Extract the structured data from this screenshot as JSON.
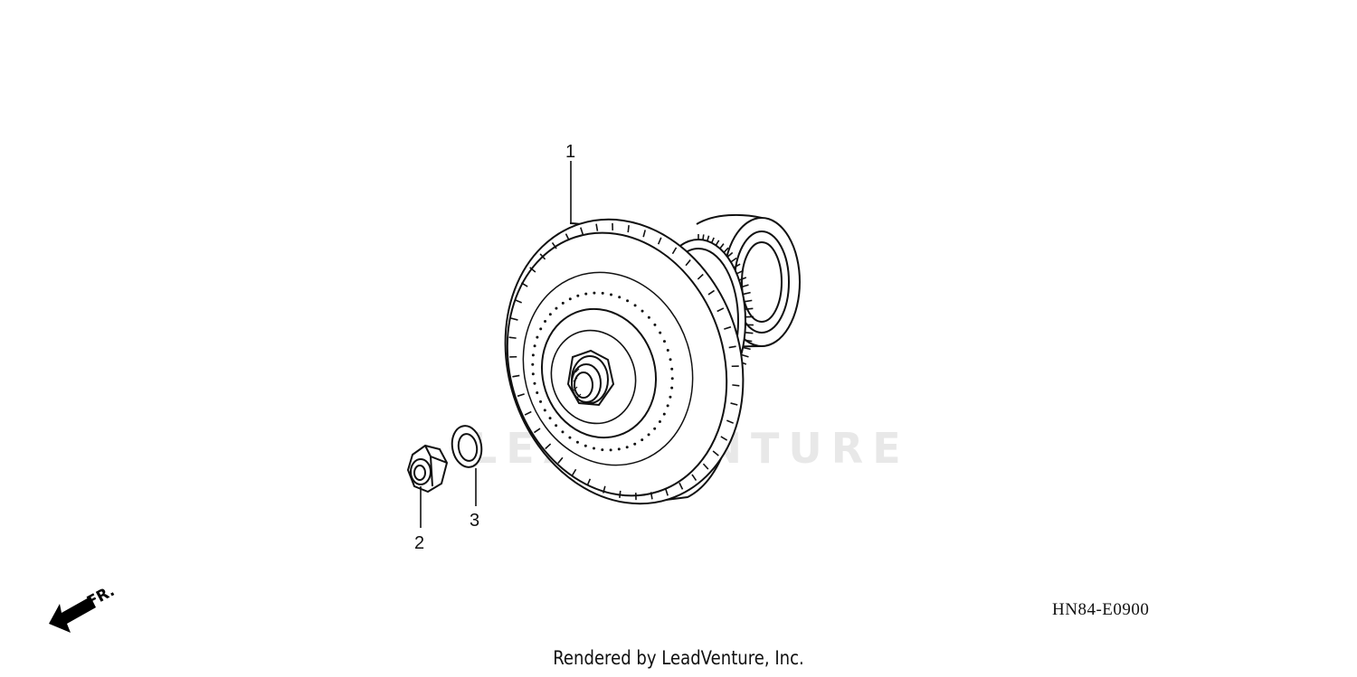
{
  "diagram": {
    "watermark": "LEADVENTURE",
    "callouts": [
      {
        "id": "1",
        "label": "1"
      },
      {
        "id": "2",
        "label": "2"
      },
      {
        "id": "3",
        "label": "3"
      }
    ],
    "direction_indicator": {
      "text": "FR.",
      "icon": "arrow-left-down-icon"
    },
    "diagram_code": "HN84-E0900",
    "footer_text": "Rendered by LeadVenture, Inc."
  },
  "colors": {
    "line": "#111111",
    "background": "#ffffff"
  }
}
